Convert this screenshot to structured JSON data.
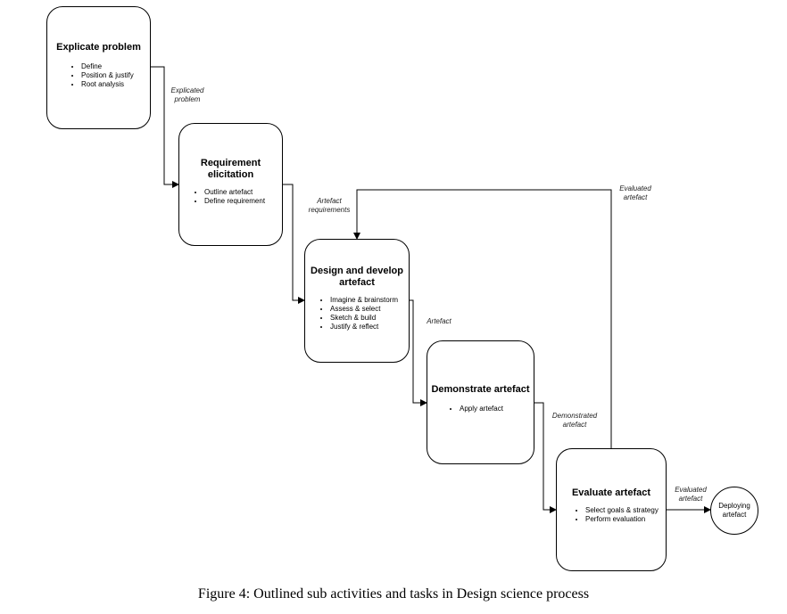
{
  "steps": [
    {
      "title": "Explicate problem",
      "items": [
        "Define",
        "Position & justify",
        "Root analysis"
      ]
    },
    {
      "title": "Requirement\nelicitation",
      "items": [
        "Outline artefact",
        "Define requirement"
      ]
    },
    {
      "title": "Design and develop\nartefact",
      "items": [
        "Imagine & brainstorm",
        "Assess & select",
        "Sketch & build",
        "Justify & reflect"
      ]
    },
    {
      "title": "Demonstrate artefact",
      "items": [
        "Apply artefact"
      ]
    },
    {
      "title": "Evaluate artefact",
      "items": [
        "Select goals & strategy",
        "Perform evaluation"
      ]
    }
  ],
  "edge_labels": {
    "explicated_problem": "Explicated\nproblem",
    "artefact_requirements": "Artefact\nrequirements",
    "artefact": "Artefact",
    "demonstrated_artefact": "Demonstrated\nartefact",
    "evaluated_artefact_feedback": "Evaluated\nartefact",
    "evaluated_artefact_out": "Evaluated\nartefact"
  },
  "end_node": {
    "label": "Deploying\nartefact"
  },
  "caption": "Figure 4: Outlined sub activities and tasks in Design science process"
}
